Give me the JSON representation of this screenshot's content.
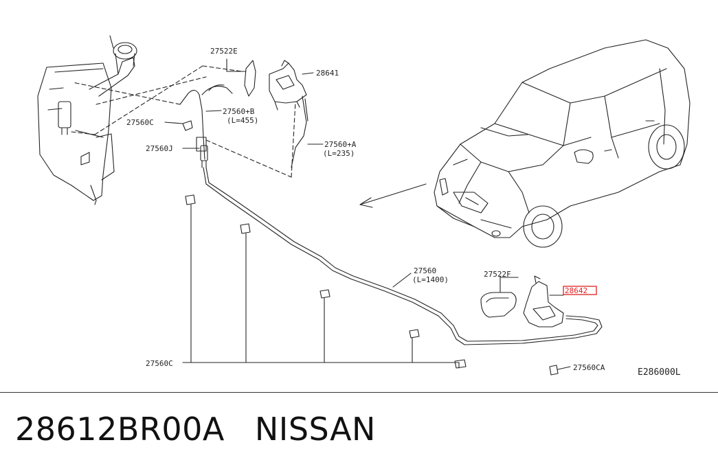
{
  "callouts": {
    "p27522E": "27522E",
    "p28641": "28641",
    "p27560B": "27560+B",
    "p27560B_len": "(L=455)",
    "p27560C_top": "27560C",
    "p27560J": "27560J",
    "p27560A": "27560+A",
    "p27560A_len": "(L=235)",
    "p27560": "27560",
    "p27560_len": "(L=1400)",
    "p27522F": "27522F",
    "p28642": "28642",
    "p27560C_bottom": "27560C",
    "p27560CA": "27560CA",
    "diagram_code": "E286000L"
  },
  "footer": {
    "part_number": "28612BR00A",
    "brand": "NISSAN"
  },
  "colors": {
    "line": "#222222",
    "highlight": "#e02020"
  }
}
